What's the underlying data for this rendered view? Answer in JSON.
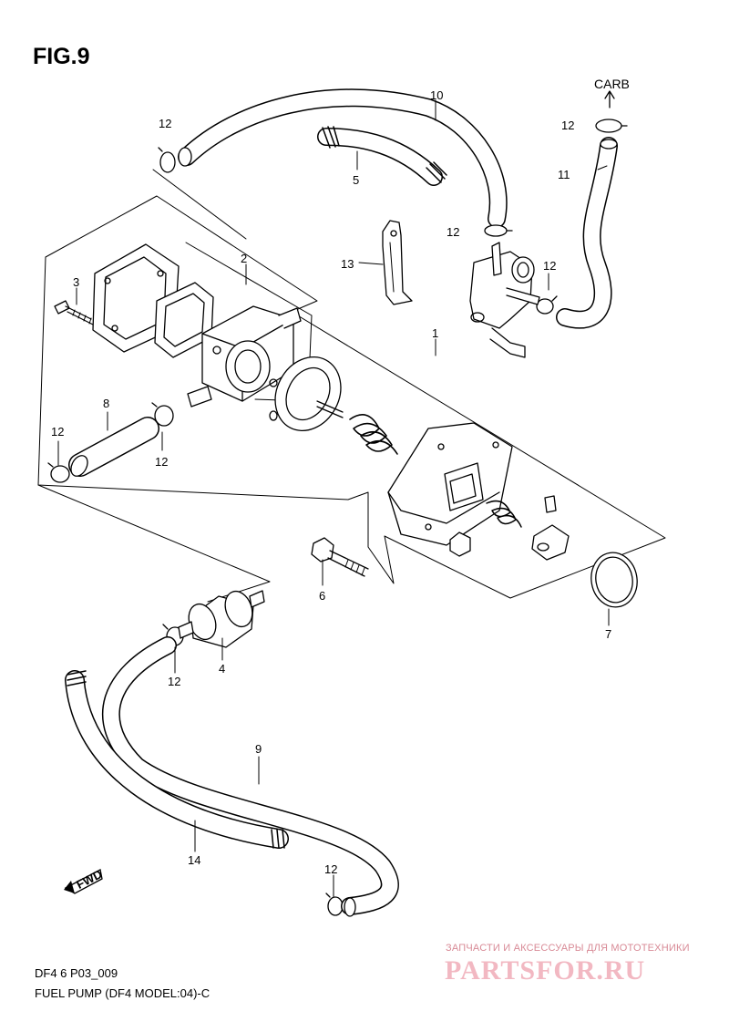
{
  "figure_title": "FIG.9",
  "carb_label": "CARB",
  "fwd_label": "FWD",
  "callouts": {
    "c1": "1",
    "c2": "2",
    "c3": "3",
    "c4": "4",
    "c5": "5",
    "c6": "6",
    "c7": "7",
    "c8": "8",
    "c9": "9",
    "c10": "10",
    "c11": "11",
    "c13": "13",
    "c14": "14",
    "c12": "12"
  },
  "footer": {
    "code": "DF4 6 P03_009",
    "description": "FUEL PUMP (DF4 MODEL:04)-C"
  },
  "watermark": {
    "tagline": "ЗАПЧАСТИ И АКСЕССУАРЫ ДЛЯ МОТОТЕХНИКИ",
    "logo": "PARTSFOR.RU"
  }
}
